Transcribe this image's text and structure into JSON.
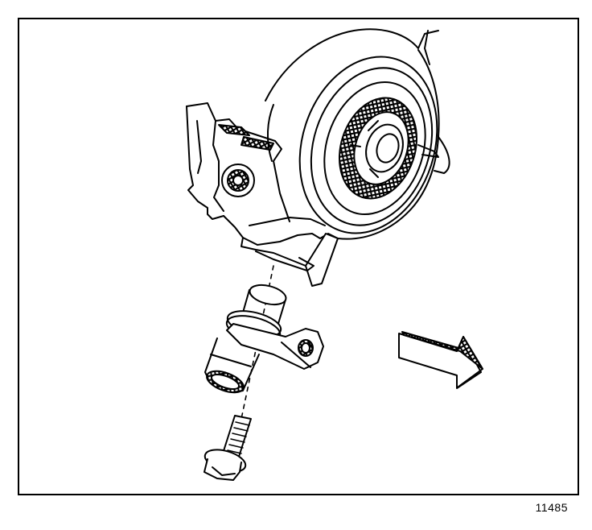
{
  "figure": {
    "number": "11485"
  },
  "colors": {
    "ink": "#000000",
    "paper": "#ffffff",
    "hatch": "#000000"
  },
  "parts": {
    "engine_block": "engine-block",
    "crankshaft_balancer": "crankshaft-balancer",
    "sensor": "crankshaft-position-sensor",
    "bolt": "sensor-bolt",
    "arrow": "front-of-engine-arrow"
  }
}
